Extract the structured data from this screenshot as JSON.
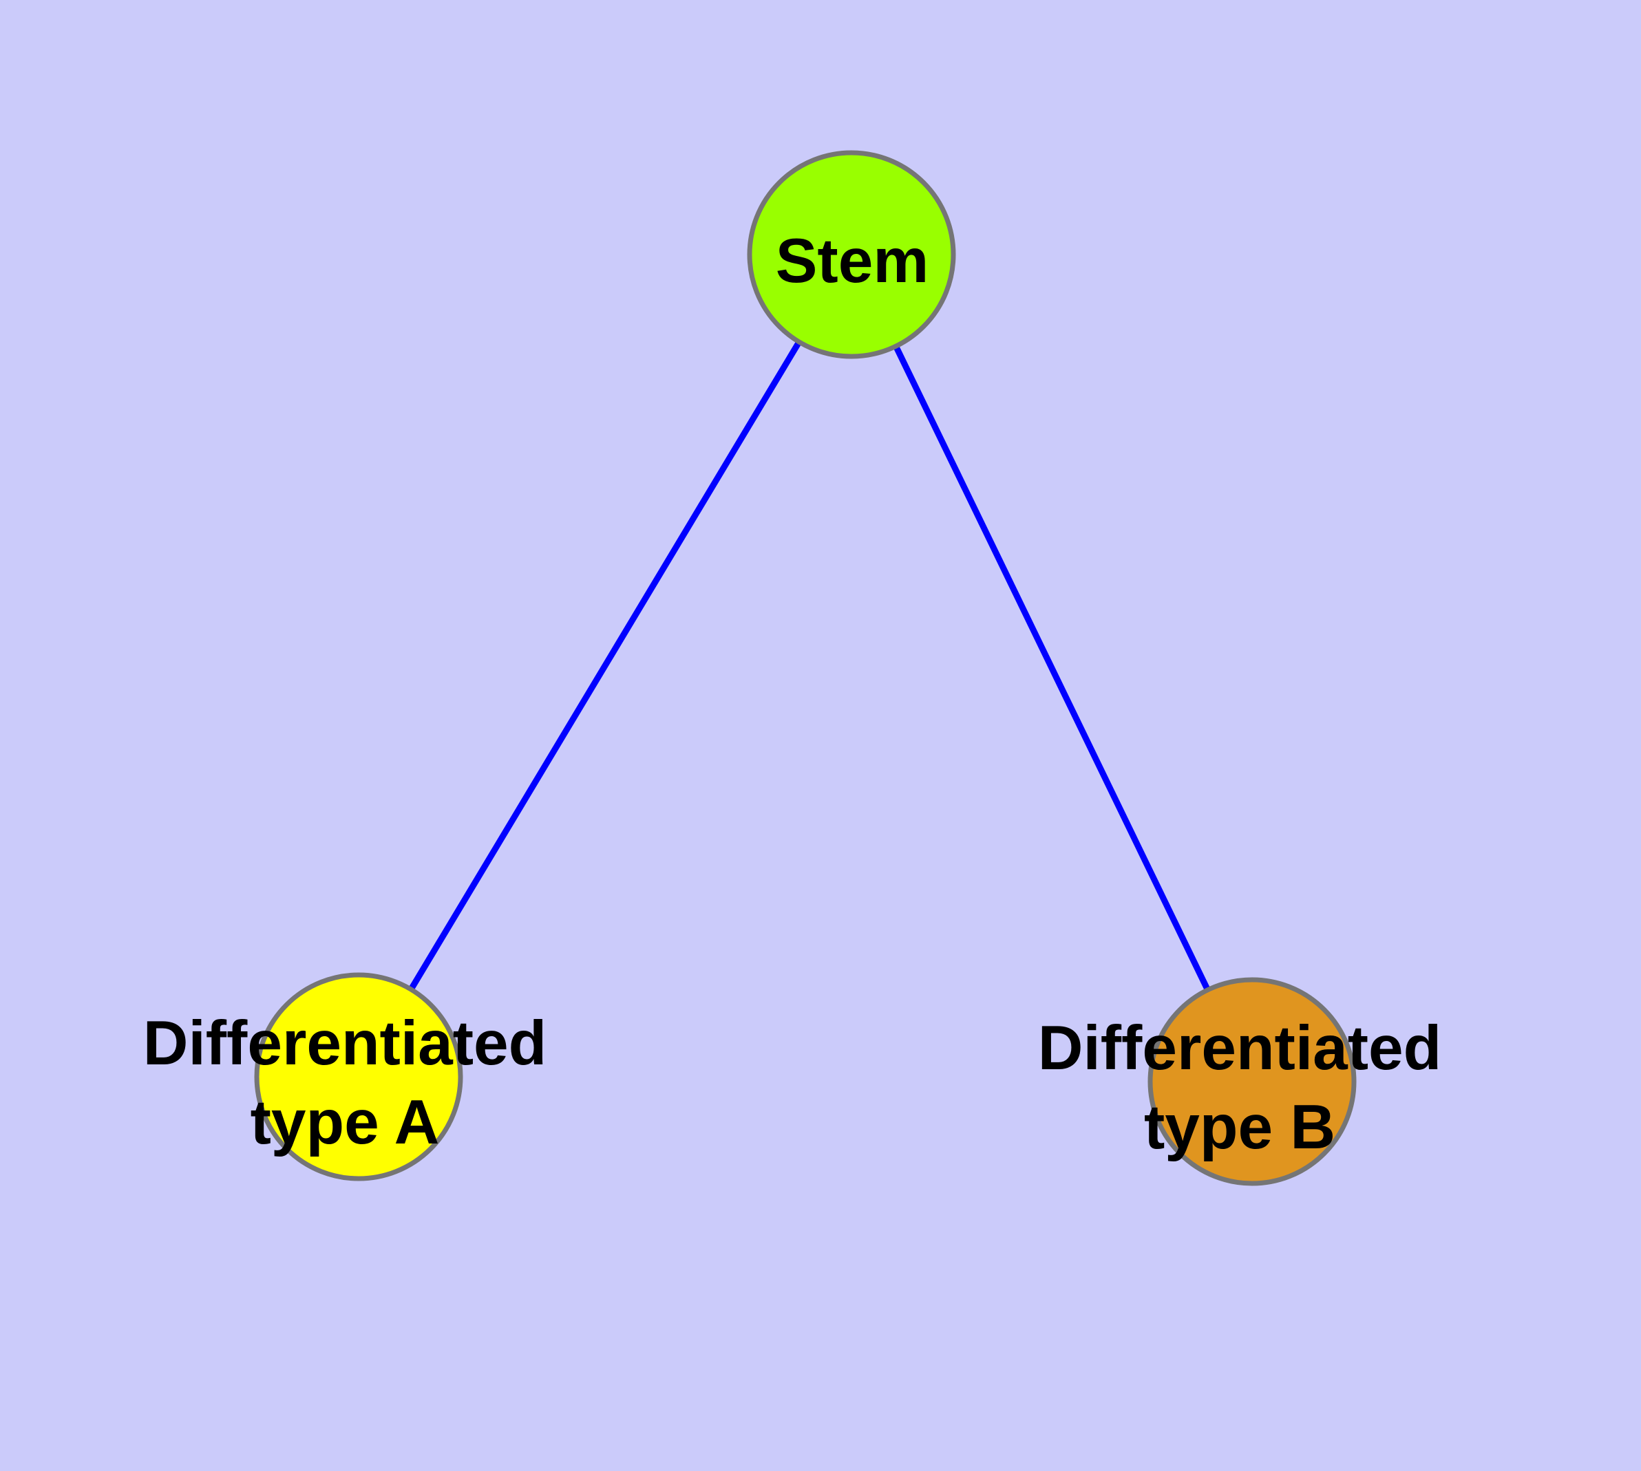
{
  "diagram": {
    "type": "graph",
    "description": "Cell differentiation hierarchy: a stem node connected to two differentiated cell-type nodes",
    "colors": {
      "background": "#CBCBFA",
      "edge": "#0000FF",
      "node_border": "#757575",
      "label": "#000000"
    },
    "nodes": {
      "stem": {
        "label": "Stem",
        "fill": "#99FF00"
      },
      "type_a": {
        "label": "Differentiated type A",
        "lines": [
          "Differentiated",
          "type A"
        ],
        "fill": "#FFFF00"
      },
      "type_b": {
        "label": "Differentiated type B",
        "lines": [
          "Differentiated",
          "type B"
        ],
        "fill": "#E0951F"
      }
    },
    "edges": [
      {
        "from": "Stem",
        "to": "Differentiated type A"
      },
      {
        "from": "Stem",
        "to": "Differentiated type B"
      }
    ]
  }
}
